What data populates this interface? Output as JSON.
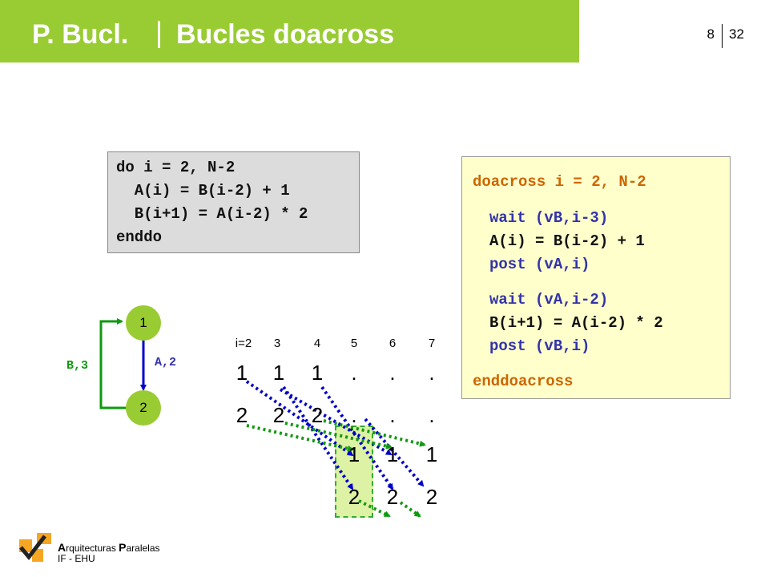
{
  "header": {
    "brand": "P. Bucl.",
    "title": "Bucles doacross",
    "page_current": "8",
    "page_total": "32"
  },
  "colors": {
    "header_green": "#99cc33",
    "node_green": "#99cc33",
    "keyword_orange": "#cc6600",
    "sync_blue": "#3333aa",
    "arrow_blue": "#0000cc",
    "arrow_green": "#119911",
    "code_bg": "#dcdcdc",
    "doacross_bg": "#ffffcc",
    "highlight_bg": "#ddf2a4"
  },
  "loop_code": {
    "lines": [
      "do i = 2, N-2",
      "  A(i) = B(i-2) + 1",
      "  B(i+1) = A(i-2) * 2",
      "enddo"
    ]
  },
  "doacross_code": {
    "header": "doacross i = 2, N-2",
    "wait1": "wait (vB,i-3)",
    "stmt1": "A(i) = B(i-2) + 1",
    "post1": "post (vA,i)",
    "wait2": "wait (vA,i-2)",
    "stmt2": "B(i+1) = A(i-2) * 2",
    "post2": "post (vB,i)",
    "footer": "enddoacross"
  },
  "dependency_graph": {
    "node1": "1",
    "node2": "2",
    "edge_a_label": "A,2",
    "edge_b_label": "B,3"
  },
  "execution": {
    "iteration_labels": [
      "i=2",
      "3",
      "4",
      "5",
      "6",
      "7"
    ],
    "row1": [
      "1",
      "1",
      "1",
      ".",
      ".",
      "."
    ],
    "row2": [
      "2",
      "2",
      "2",
      ".",
      ".",
      "."
    ],
    "row3": [
      "1",
      "1",
      "1"
    ],
    "row4": [
      "2",
      "2",
      "2"
    ]
  },
  "footer": {
    "line1_a_cap": "A",
    "line1_a_rest": "rquitecturas ",
    "line1_p_cap": "P",
    "line1_p_rest": "aralelas",
    "line2": "IF - EHU"
  }
}
